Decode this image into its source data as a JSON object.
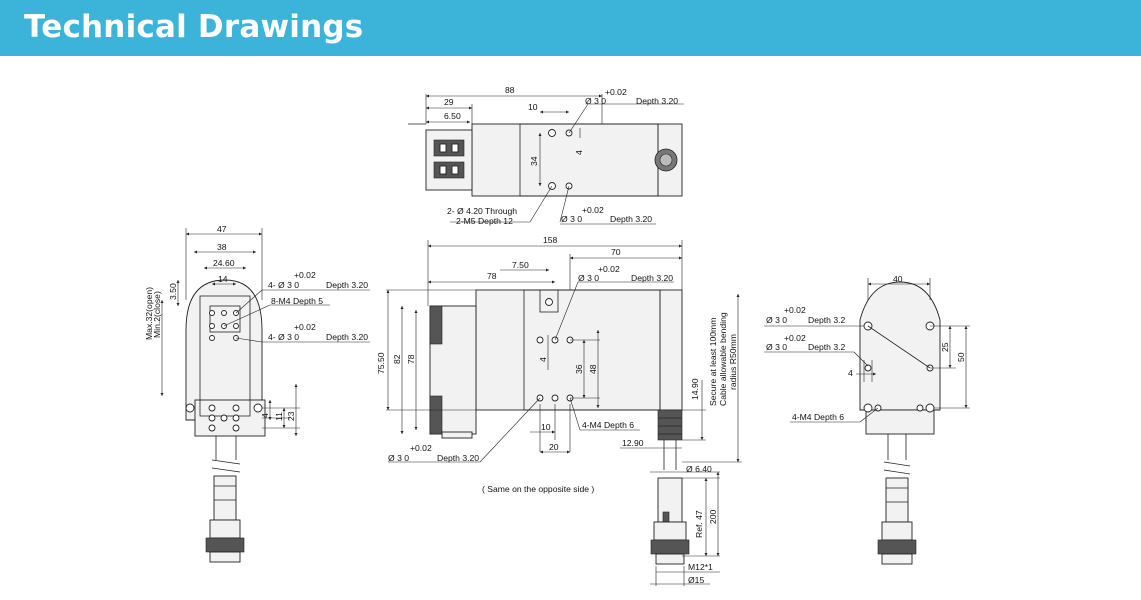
{
  "header": {
    "title": "Technical Drawings",
    "bg_color": "#3cb3d9",
    "text_color": "#ffffff"
  },
  "top_view": {
    "d88": "88",
    "d29": "29",
    "d650": "6.50",
    "d10": "10",
    "d34": "34",
    "d4": "4",
    "tol1": "+0.02",
    "hole1": "Ø 3    0",
    "depth1": "Depth 3.20",
    "note_through": "2- Ø 4.20   Through",
    "note_m5": "2-M5 Depth 12",
    "tol2": "+0.02",
    "hole2": "Ø 3    0",
    "depth2": "Depth 3.20"
  },
  "left_view": {
    "d47": "47",
    "d38": "38",
    "d2460": "24.60",
    "d14": "14",
    "d350": "3.50",
    "max_open": "Max.32(open)",
    "min_close": "Min.2(close)",
    "tol1": "+0.02",
    "hole1": "4- Ø 3    0",
    "depth1": "Depth 3.20",
    "m4": "8-M4 Depth 5",
    "tol2": "+0.02",
    "hole2": "4- Ø 3    0",
    "depth2": "Depth 3.20",
    "d4": "4",
    "d11": "11",
    "d23": "23"
  },
  "center_view": {
    "d158": "158",
    "d70": "70",
    "d78": "78",
    "d750": "7.50",
    "tol1": "+0.02",
    "hole1": "Ø 3    0",
    "depth1": "Depth 3.20",
    "d7550": "75.50",
    "d82": "82",
    "d78v": "78",
    "d4": "4",
    "d36": "36",
    "d48": "48",
    "m4": "4-M4 Depth 6",
    "d10": "10",
    "d20": "20",
    "tol2": "+0.02",
    "hole2": "Ø 3    0",
    "depth2": "Depth 3.20",
    "note_side": "( Same on the opposite side )"
  },
  "cable_view": {
    "d1490": "14.90",
    "cable_note1": "Secure at least 100mm",
    "cable_note2": "Cable allowable bending",
    "cable_note3": "radius R50mm",
    "d1290": "12.90",
    "d640": "Ø 6.40",
    "ref47": "Ref. 47",
    "d200": "200",
    "m12": "M12*1",
    "d15": "Ø15"
  },
  "right_view": {
    "d40": "40",
    "tol1": "+0.02",
    "hole1": "Ø 3    0",
    "depth1": "Depth 3.2",
    "tol2": "+0.02",
    "hole2": "Ø 3    0",
    "depth2": "Depth 3.2",
    "d25": "25",
    "d50": "50",
    "d4": "4",
    "m4": "4-M4 Depth 6"
  }
}
